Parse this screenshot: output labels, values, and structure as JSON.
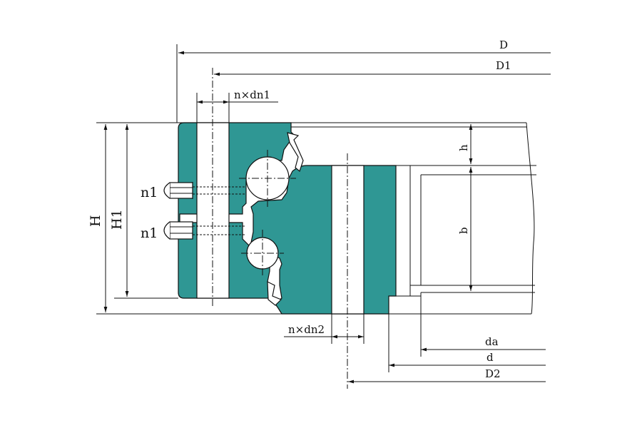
{
  "labels": {
    "D": "D",
    "D1": "D1",
    "D2": "D2",
    "d": "d",
    "da": "da",
    "H": "H",
    "H1": "H1",
    "h": "h",
    "b": "b",
    "n1": "n1",
    "nxdn1": "n×dn1",
    "nxdn2": "n×dn2"
  },
  "colors": {
    "ring_fill": "#2f9794",
    "line": "#111111",
    "background": "#ffffff"
  }
}
